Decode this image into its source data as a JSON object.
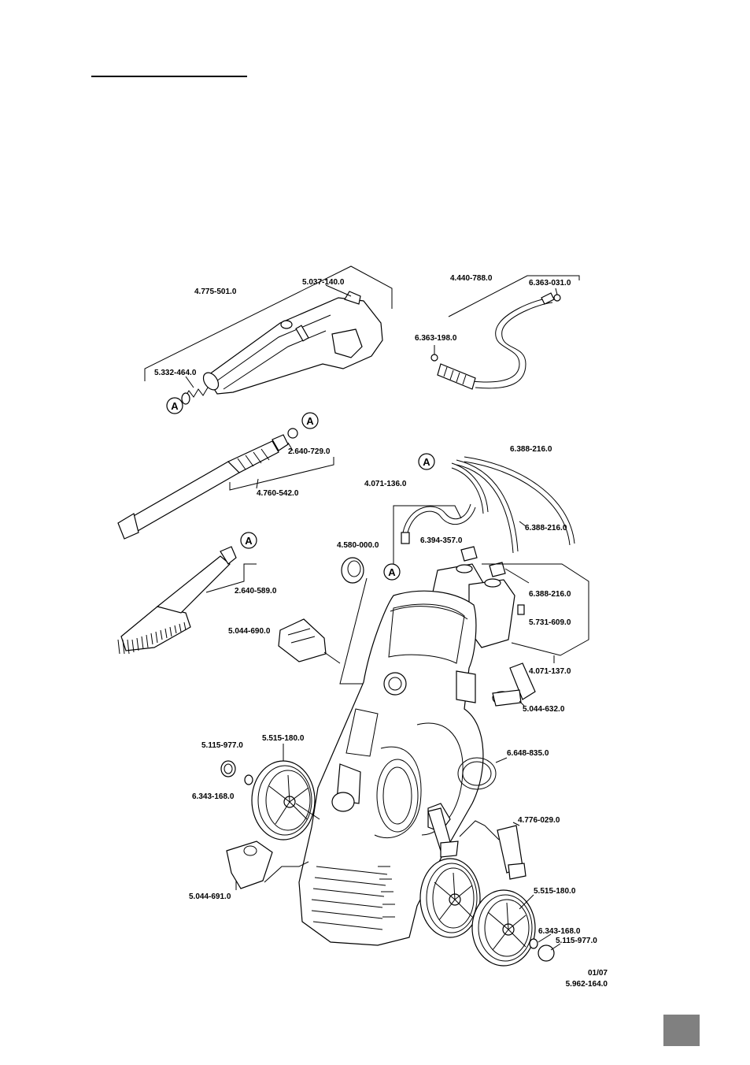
{
  "parts": {
    "trigger_gun": "4.775-501.0",
    "gun_clip": "5.037-140.0",
    "hose": "4.440-788.0",
    "hose_oring": "6.363-031.0",
    "gun_oring": "6.363-198.0",
    "spring": "5.332-464.0",
    "nozzle_end": "2.640-729.0",
    "spray_lance": "4.760-542.0",
    "suction_hose": "6.388-216.0",
    "suction_hose_b": "6.388-216.0",
    "suction_hose_c": "6.388-216.0",
    "detergent_tank": "4.071-136.0",
    "tank_cap": "6.394-357.0",
    "selector_knob": "4.580-000.0",
    "wash_brush": "2.640-589.0",
    "filter": "5.731-609.0",
    "holder": "5.044-690.0",
    "tank_set": "4.071-137.0",
    "lance_holder": "5.044-632.0",
    "cap_left": "5.115-977.0",
    "wheel_left": "5.515-180.0",
    "hose_ring": "6.648-835.0",
    "washer_left": "6.343-168.0",
    "crank": "4.776-029.0",
    "accessory_holder": "5.044-691.0",
    "wheel_right": "5.515-180.0",
    "washer_right": "6.343-168.0",
    "cap_right": "5.115-977.0"
  },
  "connector_tag": "A",
  "footer": {
    "date_code": "01/07",
    "doc_number": "5.962-164.0"
  },
  "colors": {
    "page_tab": "#808080",
    "ink": "#000000"
  }
}
